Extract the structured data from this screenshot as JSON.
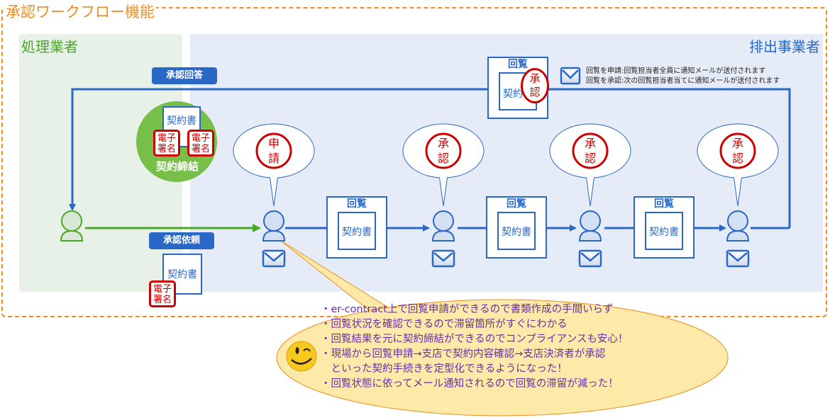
{
  "title": "承認ワークフロー機能",
  "zones": {
    "left_label": "処理業者",
    "right_label": "排出事業者"
  },
  "tags": {
    "approval_reply": "承認回答",
    "approval_request": "承認依頼"
  },
  "contract_conclusion": {
    "doc_label": "契約書",
    "signature_label_1": "電子",
    "signature_label_2": "署名",
    "caption": "契約締結"
  },
  "request_doc": {
    "doc_label": "契約書",
    "signature_label_1": "電子",
    "signature_label_2": "署名"
  },
  "circulation_doc": {
    "header": "回覧",
    "doc_label": "契約書"
  },
  "returned_doc": {
    "header": "回覧",
    "doc_label": "契約書",
    "stamp_line1": "承",
    "stamp_line2": "認"
  },
  "stamps": [
    {
      "line1": "申",
      "line2": "請"
    },
    {
      "line1": "承",
      "line2": "認"
    },
    {
      "line1": "承",
      "line2": "認"
    },
    {
      "line1": "承",
      "line2": "認"
    }
  ],
  "mail_notes": [
    "回覧を申請:回覧担当者全員に通知メールが送付されます",
    "回覧を承認:次の回覧担当者当てに通知メールが送付されます"
  ],
  "benefits": [
    "・er-contract上で回覧申請ができるので書類作成の手間いらず",
    "・回覧状況を確認できるので滞留箇所がすぐにわかる",
    "・回覧結果を元に契約締結ができるのでコンプライアンスも安心！",
    "・現場から回覧申請→支店で契約内容確認→支店決済者が承認",
    "　といった契約手続きを定型化できるようになった！",
    "・回覧状態に依ってメール通知されるので回覧の滞留が減った！"
  ],
  "colors": {
    "orange": "#f08c1e",
    "green": "#4aa826",
    "blue": "#2a68c7",
    "red": "#cc0000",
    "purple": "#6a2fa8"
  }
}
